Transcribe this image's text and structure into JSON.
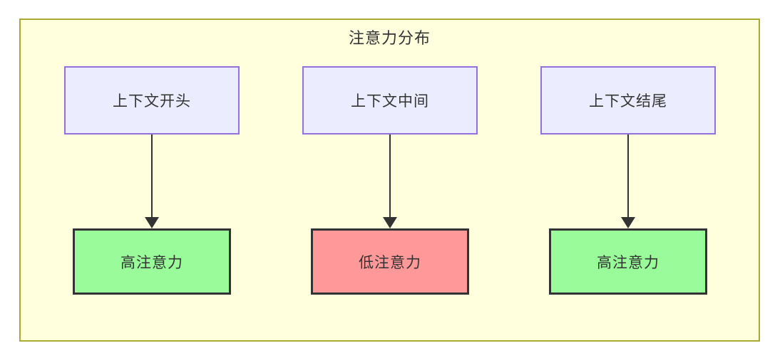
{
  "diagram": {
    "title": "注意力分布",
    "type": "flowchart",
    "columns": [
      {
        "source": "上下文开头",
        "target": "高注意力",
        "level": "high"
      },
      {
        "source": "上下文中间",
        "target": "低注意力",
        "level": "low"
      },
      {
        "source": "上下文结尾",
        "target": "高注意力",
        "level": "high"
      }
    ],
    "colors": {
      "page_background": "#FFFFFF",
      "container_fill": "#FFFFDE",
      "container_border": "#AAAA33",
      "source_node_fill": "#ECECFF",
      "source_node_border": "#9370DB",
      "high_attention_fill": "#99FB99",
      "low_attention_fill": "#FF9999",
      "target_node_border": "#333333",
      "arrow_color": "#333333",
      "text_color": "#333333"
    }
  }
}
